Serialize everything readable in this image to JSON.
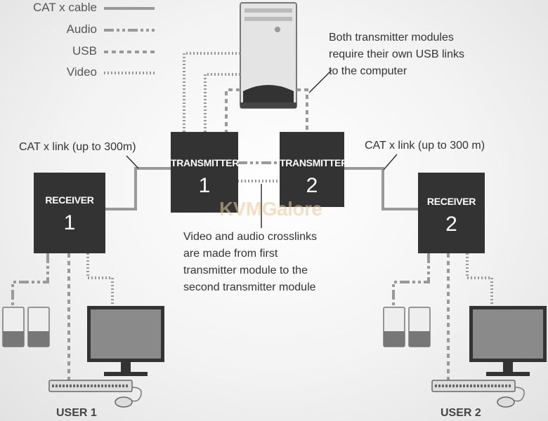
{
  "legend": {
    "items": [
      {
        "label": "CAT x cable"
      },
      {
        "label": "Audio"
      },
      {
        "label": "USB"
      },
      {
        "label": "Video"
      }
    ]
  },
  "annotations": {
    "usb_note": [
      "Both transmitter modules",
      "require their own USB links",
      "to the computer"
    ],
    "cat_link_left": "CAT x link (up to 300m)",
    "cat_link_right": "CAT x link (up to 300 m)",
    "crosslink_note": [
      "Video and audio crosslinks",
      "are made from first",
      "transmitter module to the",
      "second transmitter module"
    ]
  },
  "boxes": {
    "transmitter1": {
      "title": "TRANSMITTER",
      "number": "1"
    },
    "transmitter2": {
      "title": "TRANSMITTER",
      "number": "2"
    },
    "receiver1": {
      "title": "RECEIVER",
      "number": "1"
    },
    "receiver2": {
      "title": "RECEIVER",
      "number": "2"
    }
  },
  "users": {
    "user1": "USER 1",
    "user2": "USER 2"
  },
  "watermark": "KVMGalore",
  "colors": {
    "box": "#333333",
    "cable": "#999999",
    "background": "#f3f3f3"
  }
}
